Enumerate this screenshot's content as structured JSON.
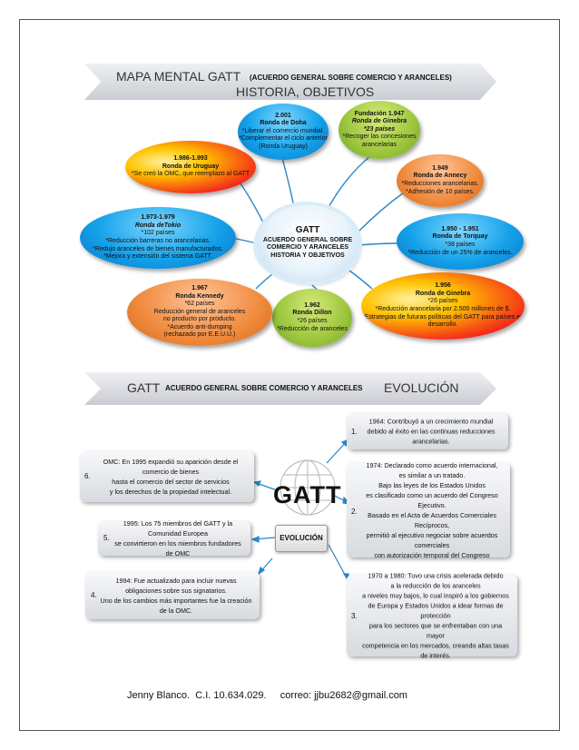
{
  "banner1": {
    "title": "MAPA MENTAL GATT",
    "subtitle": "(ACUERDO GENERAL SOBRE COMERCIO Y ARANCELES)",
    "line2": "HISTORIA, OBJETIVOS"
  },
  "center": {
    "title": "GATT",
    "lines": [
      "ACUERDO GENERAL SOBRE",
      "COMERCIO Y ARANCELES",
      "HISTORIA Y OBJETIVOS"
    ]
  },
  "nodes": {
    "doha": {
      "year": "2.001",
      "name": "Ronda de Doha",
      "lines": [
        "*Liberar el comercio mundial.",
        "*Complementar el ciclo anterior",
        "(Ronda Uruguay)"
      ]
    },
    "ginebra1947": {
      "year": "Fundación 1.947",
      "name": "Ronda de Ginebra",
      "extra": "*23 países",
      "lines": [
        "*Recoger las concesiones",
        "arancelarias"
      ]
    },
    "annecy": {
      "year": "1.949",
      "name": "Ronda de Annecy",
      "lines": [
        "*Reducciones arancelarias.",
        "*Adhesión de 10 países."
      ]
    },
    "torquay": {
      "year": "1.950 - 1.951",
      "name": "Ronda de Torquay",
      "lines": [
        "*38 países",
        "*Reducción de un 25% de aranceles."
      ]
    },
    "ginebra1956": {
      "year": "1.956",
      "name": "Ronda de Ginebra",
      "lines": [
        "*26 países",
        "*Reducción arancelaria por 2.500 millones de $.",
        "*Estrategias de futuras políticas del GATT para países en",
        "desarrollo."
      ]
    },
    "dillon": {
      "year": "1.962",
      "name": "Ronda Dillon",
      "lines": [
        "*26 países",
        "*Reducción de aranceles"
      ]
    },
    "kennedy": {
      "year": "1.967",
      "name": "Ronda Kennedy",
      "lines": [
        "*62 países",
        "Reducción general de aranceles",
        "no producto por producto.",
        "*Acuerdo anti-dumping",
        "(rechazado por E.E.U.U.)"
      ]
    },
    "tokio": {
      "year": "1.973-1.979",
      "name": "Ronda deTokio",
      "lines": [
        "*102 países",
        "*Reducción barreras no arancelarias.",
        "*Redujo aranceles de bienes manufacturados.",
        "*Mejora y extensión del sistema GATT."
      ]
    },
    "uruguay": {
      "year": "1.986-1.993",
      "name": "Ronda de Uruguay",
      "lines": [
        "*Se creó la OMC, que reemplazo al GATT"
      ]
    }
  },
  "banner2": {
    "title": "GATT",
    "subtitle": "ACUERDO GENERAL SOBRE COMERCIO Y ARANCELES",
    "right": "EVOLUCIÓN"
  },
  "logo": {
    "text": "GATT",
    "center_label": "EVOLUCIÓN"
  },
  "boxes": {
    "b1": {
      "num": "1.",
      "lines": [
        "1964: Contribuyó a un crecimiento mundial",
        "debido al éxito en las continuas reducciones arancelarias."
      ]
    },
    "b2": {
      "num": "2.",
      "lines": [
        "1974: Declarado como acuerdo internacional,",
        "es similar a un tratado.",
        "Bajo las leyes de los Estados Unidos",
        "es clasificado como un acuerdo del Congreso Ejecutivo.",
        "Basado en el Acta de Acuerdos Comerciales Recíprocos,",
        "permitió al ejecutivo negociar sobre acuerdos comerciales",
        "con autorización temporal del Congreso"
      ]
    },
    "b3": {
      "num": "3.",
      "lines": [
        "1970 a 1980: Tuvo una crisis acelerada debido",
        "a la reducción de los aranceles",
        "a niveles muy bajos, lo cual inspiró a los gobiernos",
        "de Europa y Estados Unidos a idear formas de protección",
        "para los sectores que se enfrentaban con una mayor",
        "competencia en los mercados, creando altas tasas de interés."
      ]
    },
    "b4": {
      "num": "4.",
      "lines": [
        "1994: Fue actualizado para incluir nuevas",
        "obligaciones sobre sus signatarios.",
        "Uno de los cambios más importantes fue la creación de la OMC."
      ]
    },
    "b5": {
      "num": "5.",
      "lines": [
        "1995: Los 75 miembros del GATT y la Comunidad Europea",
        "se convirtieron en los miembros fundadores de OMC"
      ]
    },
    "b6": {
      "num": "6.",
      "lines": [
        "OMC: En 1995 expandió su aparición desde el comercio de bienes",
        "hasta el comercio del sector de servicios",
        "y los derechos de la propiedad intelectual."
      ]
    }
  },
  "footer": {
    "name": "Jenny Blanco.",
    "ci": "C.I. 10.634.029.",
    "email": "correo: jjbu2682@gmail.com"
  },
  "colors": {
    "blue": "#14a2ea",
    "green": "#9cc63c",
    "orange": "#f08a3c",
    "red": "#f52a1a",
    "connector": "#2a86c8"
  }
}
